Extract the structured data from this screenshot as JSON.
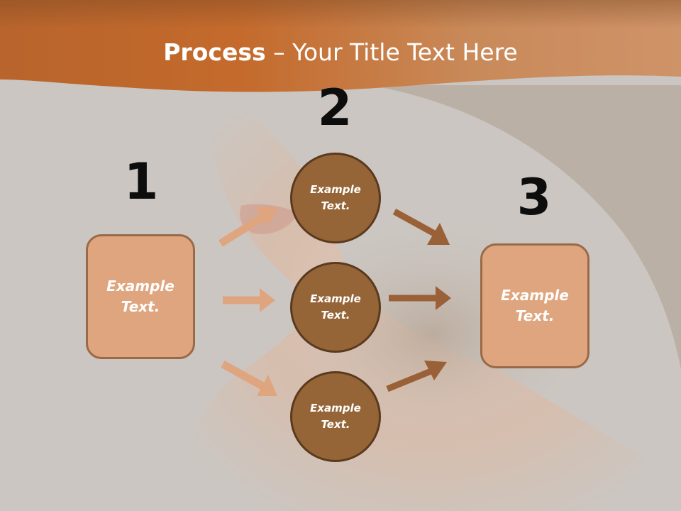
{
  "title": {
    "bold": "Process",
    "rest": " – Your Title Text Here"
  },
  "steps": [
    {
      "number": "1",
      "box_label": "Example Text."
    },
    {
      "number": "2"
    },
    {
      "number": "3",
      "box_label": "Example Text."
    }
  ],
  "circles": [
    {
      "label": "Example Text."
    },
    {
      "label": "Example Text."
    },
    {
      "label": "Example Text."
    }
  ],
  "colors": {
    "header_band": "#c46a2c",
    "box_fill": "#dfa57f",
    "circle_fill": "#956537",
    "arrow_light": "#dfa57f",
    "arrow_dark": "#9a6037"
  }
}
